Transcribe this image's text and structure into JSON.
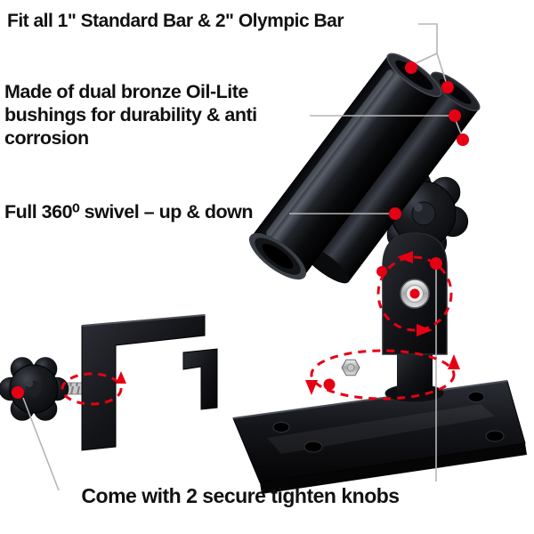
{
  "annotations": {
    "fit_bars": "Fit all 1\" Standard Bar & 2\" Olympic Bar",
    "bushings_lines": [
      "Made of dual bronze Oil-Lite",
      "bushings for durability & anti",
      "corrosion"
    ],
    "swivel": "Full 360⁰ swivel – up & down",
    "knobs": "Come with 2 secure tighten knobs"
  },
  "colors": {
    "annotation_text": "#111111",
    "marker_red": "#e60013",
    "leader_gray": "#b5b5b5",
    "product_black": "#0d0e10",
    "metal_silver": "#c9c9c9",
    "background": "#ffffff"
  }
}
